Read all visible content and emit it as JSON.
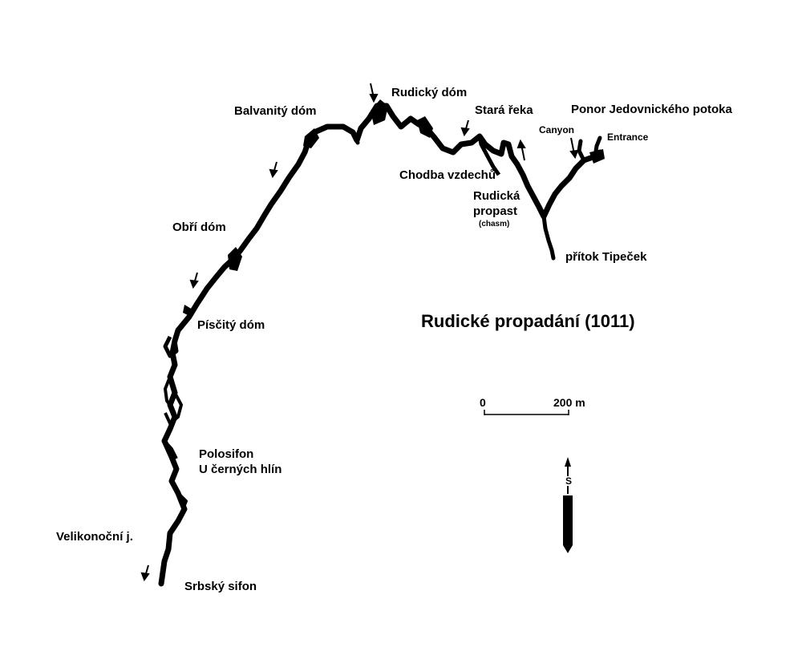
{
  "map": {
    "title": "Rudické propadání (1011)",
    "scale": {
      "zero": "0",
      "end": "200 m"
    },
    "north_arrow": "S",
    "colors": {
      "passage": "#000000",
      "background": "#ffffff"
    },
    "labels": {
      "rudicky_dom": "Rudický dóm",
      "balvanity_dom": "Balvanitý dóm",
      "stara_reka": "Stará řeka",
      "ponor": "Ponor Jedovnického potoka",
      "canyon": "Canyon",
      "entrance": "Entrance",
      "chodba_vzdechu": "Chodba vzdechů",
      "rudicka_propast_1": "Rudická",
      "rudicka_propast_2": "propast",
      "chasm": "(chasm)",
      "obri_dom": "Obří dóm",
      "pritok_tipecek": "přítok Tipeček",
      "piscity_dom": "Písčitý dóm",
      "polosifon_1": "Polosifon",
      "polosifon_2": "U černých hlín",
      "velikonocni": "Velikonoční j.",
      "srbsky_sifon": "Srbský sifon"
    }
  }
}
